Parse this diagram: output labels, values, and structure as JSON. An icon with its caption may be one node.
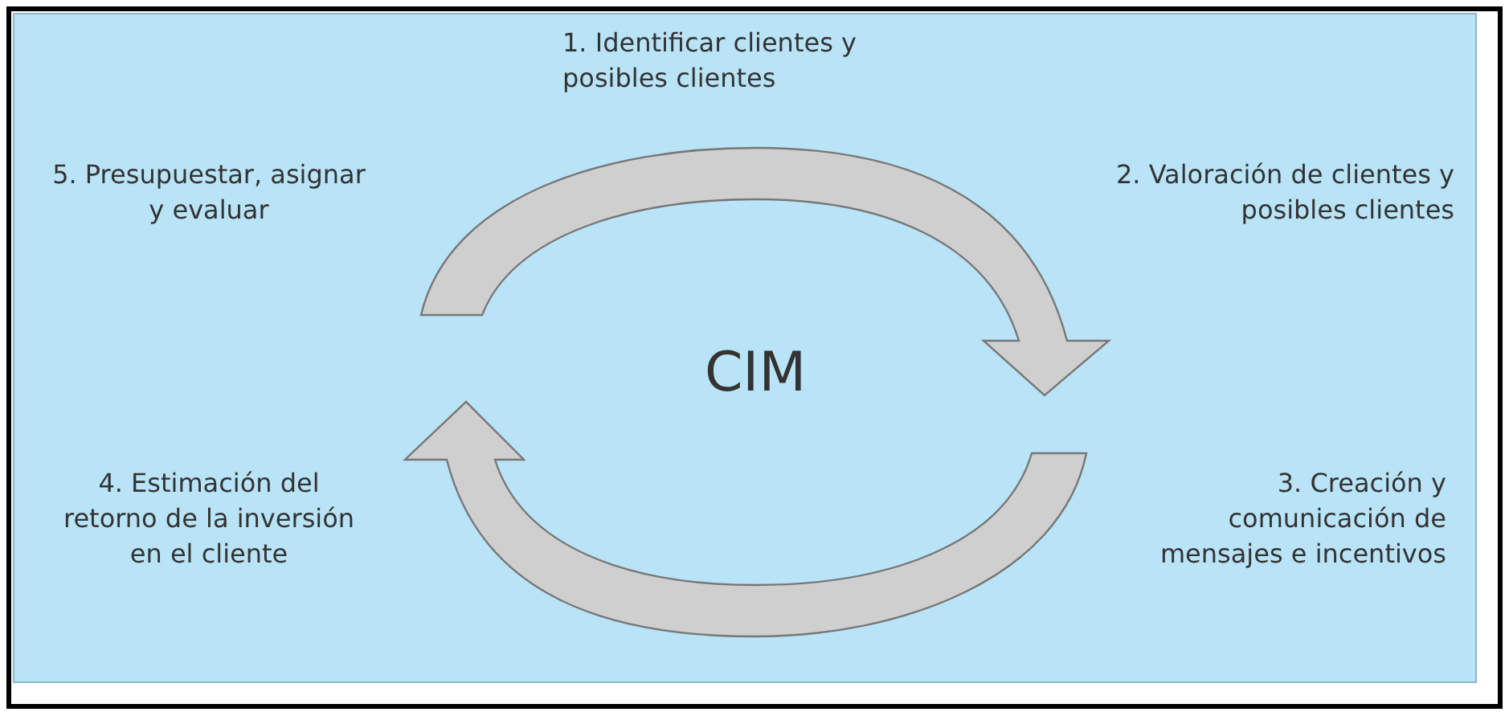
{
  "diagram": {
    "nodes": [
      {
        "text": [
          "1. Identificar clientes y posibles clientes"
        ]
      },
      {
        "text": [
          "2. Valoración de clientes y posibles clientes"
        ]
      },
      {
        "text": [
          "3. Creación y comunicación de mensajes e incentivos"
        ]
      },
      {
        "text": [
          "4. Estimación del retorno de la inversión en el cliente"
        ]
      },
      {
        "text": [
          "5. Presupuestar, asignar y evaluar"
        ]
      }
    ],
    "edges": [],
    "labels": [
      "CIM"
    ]
  }
}
